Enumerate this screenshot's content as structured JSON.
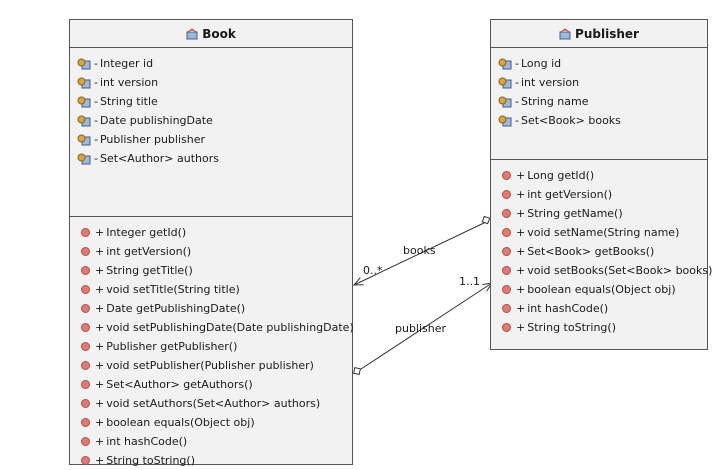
{
  "classes": {
    "book": {
      "name": "Book",
      "fields": [
        {
          "vis": "-",
          "text": "Integer id"
        },
        {
          "vis": "-",
          "text": "int version"
        },
        {
          "vis": "-",
          "text": "String title"
        },
        {
          "vis": "-",
          "text": "Date publishingDate"
        },
        {
          "vis": "-",
          "text": "Publisher publisher"
        },
        {
          "vis": "-",
          "text": "Set<Author> authors"
        }
      ],
      "methods": [
        {
          "vis": "+",
          "text": "Integer getId()"
        },
        {
          "vis": "+",
          "text": "int getVersion()"
        },
        {
          "vis": "+",
          "text": "String getTitle()"
        },
        {
          "vis": "+",
          "text": "void setTitle(String title)"
        },
        {
          "vis": "+",
          "text": "Date getPublishingDate()"
        },
        {
          "vis": "+",
          "text": "void setPublishingDate(Date publishingDate)"
        },
        {
          "vis": "+",
          "text": "Publisher getPublisher()"
        },
        {
          "vis": "+",
          "text": "void setPublisher(Publisher publisher)"
        },
        {
          "vis": "+",
          "text": "Set<Author> getAuthors()"
        },
        {
          "vis": "+",
          "text": "void setAuthors(Set<Author> authors)"
        },
        {
          "vis": "+",
          "text": "boolean equals(Object obj)"
        },
        {
          "vis": "+",
          "text": "int hashCode()"
        },
        {
          "vis": "+",
          "text": "String toString()"
        }
      ]
    },
    "publisher": {
      "name": "Publisher",
      "fields": [
        {
          "vis": "-",
          "text": "Long id"
        },
        {
          "vis": "-",
          "text": "int version"
        },
        {
          "vis": "-",
          "text": "String name"
        },
        {
          "vis": "-",
          "text": "Set<Book> books"
        }
      ],
      "methods": [
        {
          "vis": "+",
          "text": "Long getId()"
        },
        {
          "vis": "+",
          "text": "int getVersion()"
        },
        {
          "vis": "+",
          "text": "String getName()"
        },
        {
          "vis": "+",
          "text": "void setName(String name)"
        },
        {
          "vis": "+",
          "text": "Set<Book> getBooks()"
        },
        {
          "vis": "+",
          "text": "void setBooks(Set<Book> books)"
        },
        {
          "vis": "+",
          "text": "boolean equals(Object obj)"
        },
        {
          "vis": "+",
          "text": "int hashCode()"
        },
        {
          "vis": "+",
          "text": "String toString()"
        }
      ]
    }
  },
  "associations": {
    "books": {
      "role": "books",
      "multiplicity": "0..*"
    },
    "publisher": {
      "role": "publisher",
      "multiplicity": "1..1"
    }
  },
  "colors": {
    "box_fill": "#f2f2f2",
    "border": "#555555",
    "method_icon": "#e07b74",
    "field_icon": "#d9a441"
  }
}
